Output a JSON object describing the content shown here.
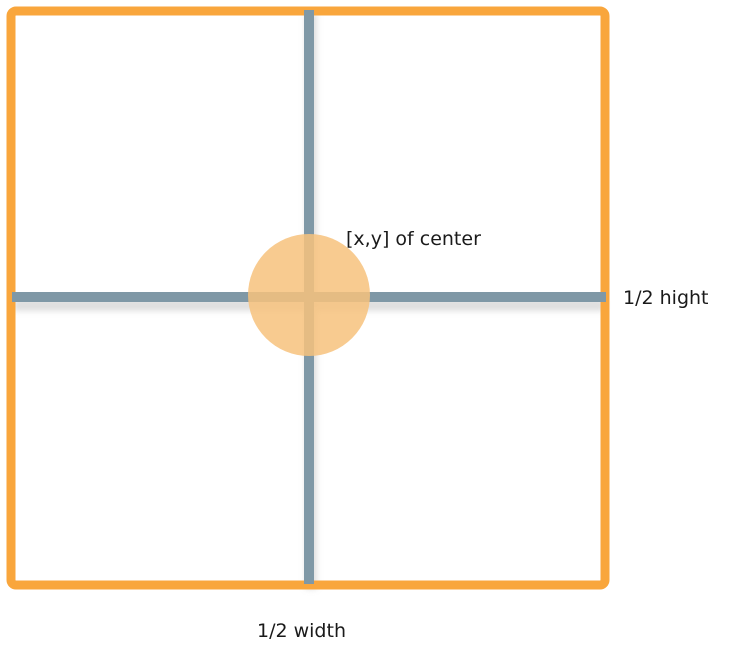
{
  "colors": {
    "frame": "#f9a63c",
    "axis": "#7f98a6",
    "axis_shadow": "#c9c9c9",
    "center_dot": "#f7c27c",
    "background": "#ffffff",
    "text": "#1a1a1a"
  },
  "labels": {
    "center": "[x,y] of center",
    "half_height": "1/2 hight",
    "half_width": "1/2 width"
  }
}
